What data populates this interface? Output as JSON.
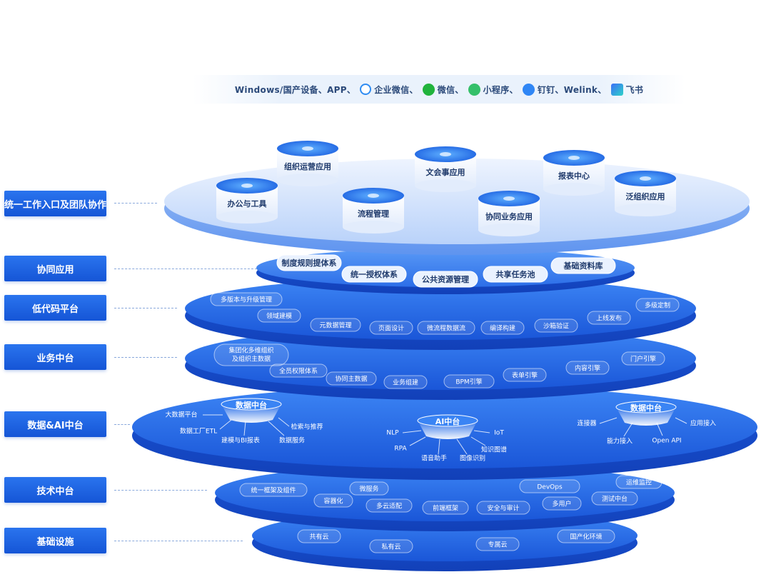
{
  "channels": {
    "text1": "Windows/国产设备、APP、",
    "wework": "企业微信、",
    "wechat": "微信、",
    "mini": "小程序、",
    "ding": "钉钉、Welink、",
    "feishu": "飞书",
    "icons": [
      "wework-icon",
      "wechat-icon",
      "miniprogram-icon",
      "dingtalk-icon",
      "feishu-icon"
    ]
  },
  "layers": {
    "entry": "统一工作入口及团队协作",
    "collab": "协同应用",
    "lowcode": "低代码平台",
    "business": "业务中台",
    "data_ai": "数据&AI中台",
    "tech": "技术中台",
    "infra": "基础设施"
  },
  "top_apps": [
    "组织运营应用",
    "文会事应用",
    "报表中心",
    "办公与工具",
    "流程管理",
    "协同业务应用",
    "泛组织应用"
  ],
  "collab_items": [
    "制度规则提体系",
    "统一授权体系",
    "公共资源管理",
    "共享任务池",
    "基础资料库"
  ],
  "lowcode_items": [
    "多版本与升级管理",
    "领域建模",
    "元数据管理",
    "页面设计",
    "微流程数据流",
    "编译构建",
    "沙箱验证",
    "上线发布",
    "多级定制"
  ],
  "business_items": [
    "集团化多维组织",
    "及组织主数据",
    "全员权限体系",
    "协同主数据",
    "业务组建",
    "BPM引擎",
    "表单引擎",
    "内容引擎",
    "门户引擎"
  ],
  "data_ai": {
    "data_hub_title": "数据中台",
    "data_hub_items": [
      "大数据平台",
      "数据工厂ETL",
      "建模与BI报表",
      "数据服务",
      "检索与推荐"
    ],
    "ai_hub_title": "AI中台",
    "ai_hub_items": [
      "NLP",
      "RPA",
      "语音助手",
      "图像识别",
      "知识图谱",
      "IoT"
    ],
    "data_hub2_title": "数据中台",
    "data_hub2_items": [
      "连接器",
      "能力接入",
      "Open API",
      "应用接入"
    ]
  },
  "tech_items": [
    "统一框架及组件",
    "微服务",
    "DevOps",
    "运维监控",
    "容器化",
    "多云适配",
    "前端框架",
    "安全与审计",
    "多用户",
    "测试中台"
  ],
  "infra_items": [
    "共有云",
    "私有云",
    "专属云",
    "国产化环境"
  ]
}
